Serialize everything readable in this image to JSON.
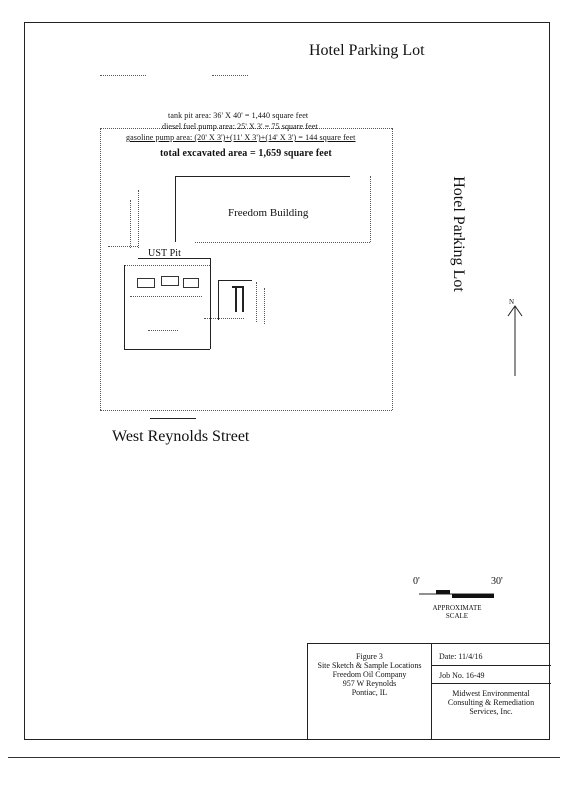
{
  "site": {
    "north_label": "Hotel Parking Lot",
    "east_label": "Hotel Parking Lot",
    "south_label": "West Reynolds Street",
    "building_label": "Freedom Building",
    "pit_label": "UST Pit"
  },
  "notes": {
    "tank_pit": "tank pit area: 36' X 40' = 1,440 square feet",
    "diesel_pump": "diesel fuel pump area: 25' X 3' = 75 square feet",
    "gasoline_pump": "gasoline pump area: (20' X 3')+(11' X 3')+(14' X 3') = 144 square feet",
    "total": "total excavated area = 1,659 square feet"
  },
  "scale": {
    "start": "0'",
    "end": "30'",
    "label_line1": "APPROXIMATE",
    "label_line2": "SCALE"
  },
  "compass": {
    "label": "N"
  },
  "title_block": {
    "figure_lines": [
      "Figure 3",
      "Site Sketch & Sample Locations",
      "Freedom Oil Company",
      "957 W Reynolds",
      "Pontiac, IL"
    ],
    "date": "Date: 11/4/16",
    "job": "Job No. 16-49",
    "company_lines": [
      "Midwest Environmental",
      "Consulting & Remediation",
      "Services, Inc."
    ]
  }
}
